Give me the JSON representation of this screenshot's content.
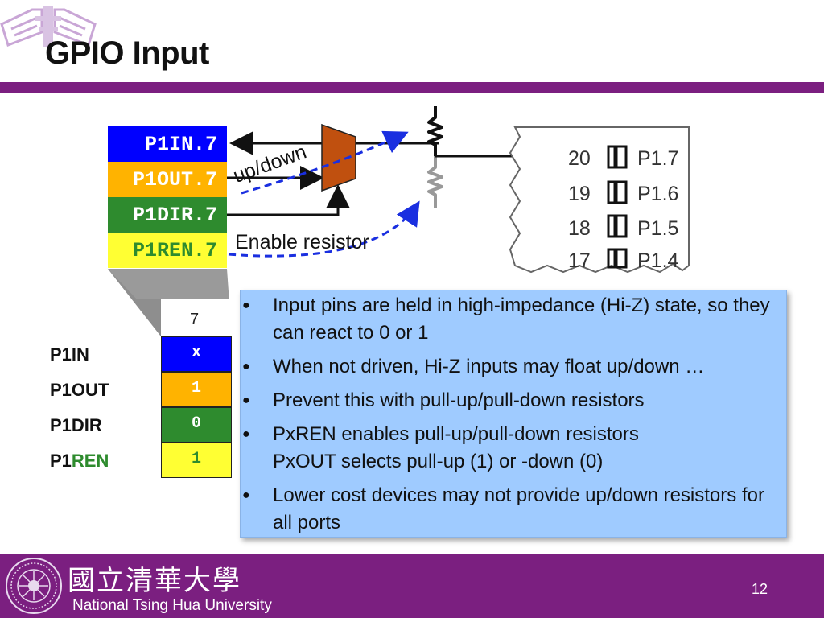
{
  "slide": {
    "title": "GPIO Input",
    "page_number": "12"
  },
  "registers": {
    "p1in": "P1IN.7",
    "p1out": "P1OUT.7",
    "p1dir": "P1DIR.7",
    "p1ren": "P1REN.7"
  },
  "labels": {
    "updown": "up/down",
    "enable": "Enable resistor"
  },
  "bit_table": {
    "header": "7",
    "rows": [
      {
        "name": "P1IN",
        "value": "x"
      },
      {
        "name": "P1OUT",
        "value": "1"
      },
      {
        "name": "P1DIR",
        "value": "0"
      },
      {
        "name_prefix": "P1",
        "name_suffix": "REN",
        "value": "1"
      }
    ]
  },
  "pins": [
    {
      "number": "20",
      "name": "P1.7"
    },
    {
      "number": "19",
      "name": "P1.6"
    },
    {
      "number": "18",
      "name": "P1.5"
    },
    {
      "number": "17",
      "name": "P1.4"
    }
  ],
  "callout": {
    "items": [
      "Input pins are held in high-impedance (Hi-Z) state, so they can react to 0 or 1",
      "When not driven, Hi-Z inputs may float up/down …",
      "Prevent this with pull-up/pull-down resistors",
      "PxREN enables pull-up/pull-down resistors\nPxOUT selects pull-up (1) or -down (0)",
      "Lower cost devices may not provide up/down resistors for all ports"
    ]
  },
  "footer": {
    "chinese": "國立清華大學",
    "university": "National Tsing Hua University"
  },
  "colors": {
    "brand_purple": "#7b1f80",
    "blue": "#0000ff",
    "orange": "#ffb300",
    "green": "#2e8b2e",
    "yellow": "#ffff33",
    "callout_bg": "#9fcbff",
    "mux": "#c0500f",
    "arrow_dashed": "#1a2fe0"
  },
  "icons": {
    "top_logo": "university-emblem-icon",
    "footer_seal": "university-seal-icon",
    "mux": "multiplexer-icon",
    "resistor": "resistor-icon"
  }
}
